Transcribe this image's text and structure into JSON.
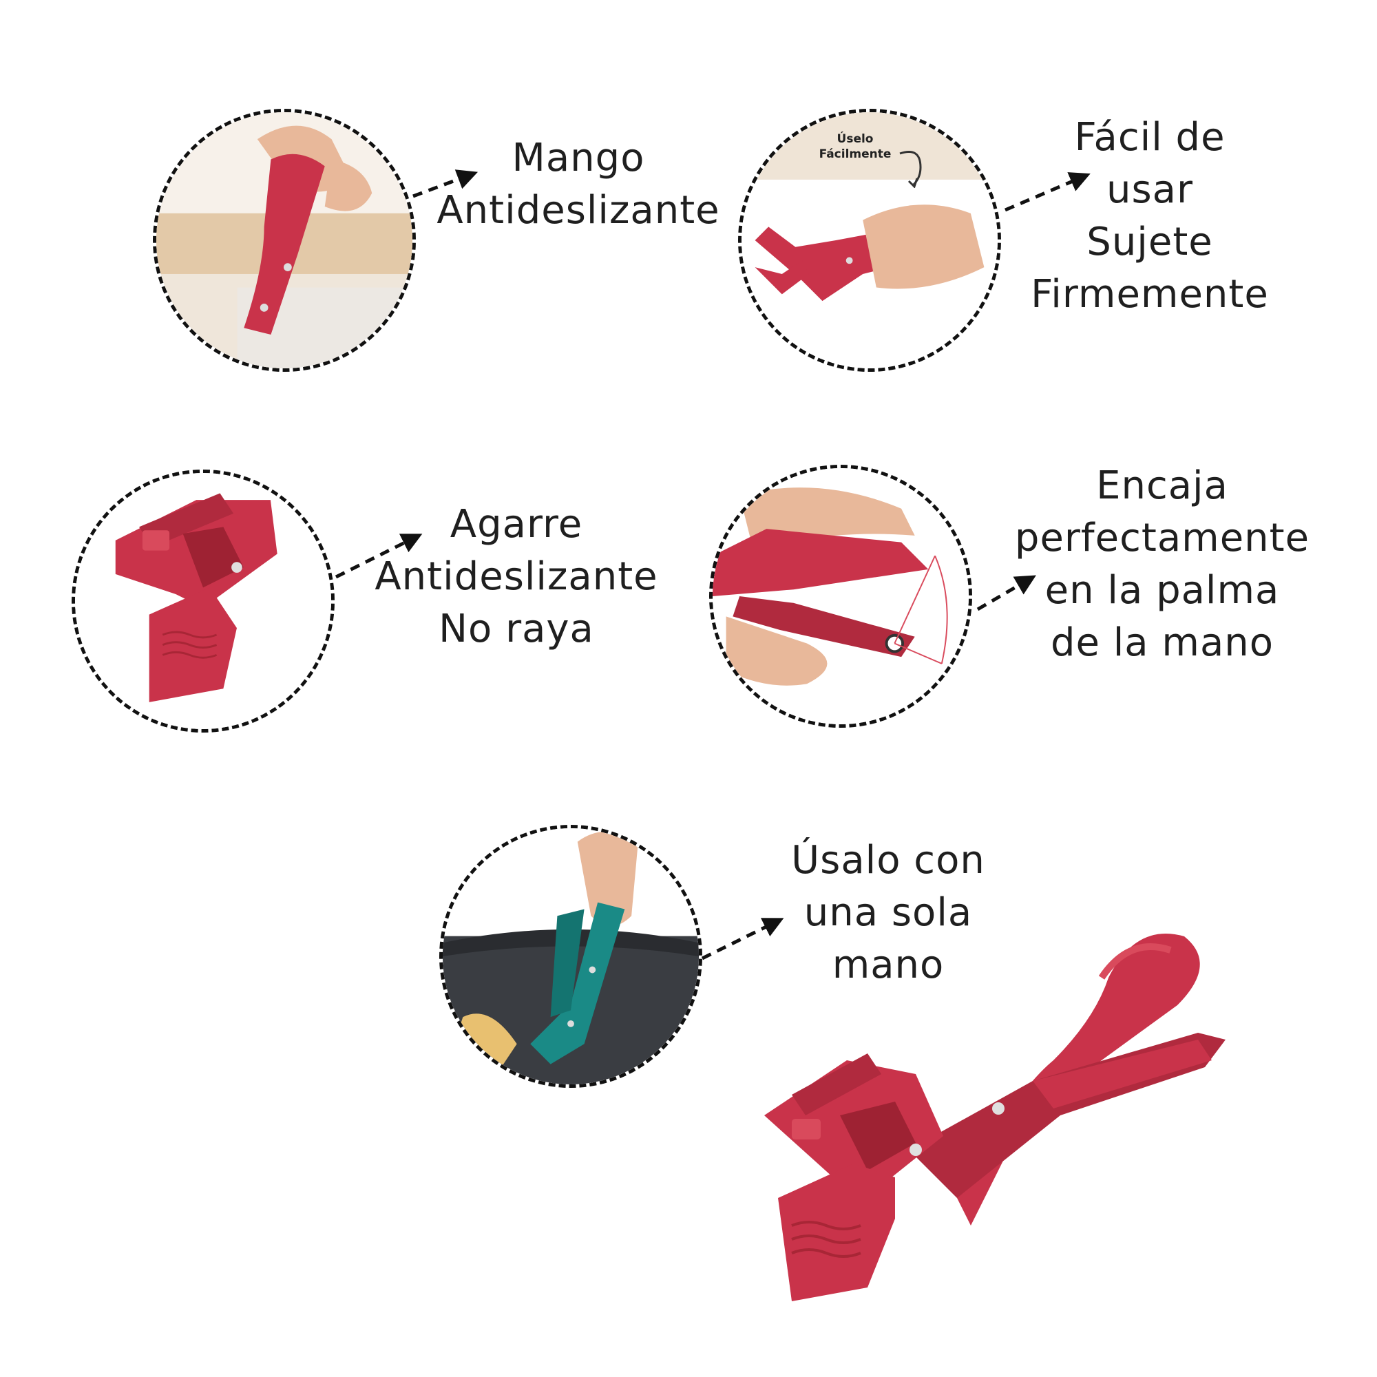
{
  "colors": {
    "product_red": "#c9334a",
    "product_dark_red": "#9e2233",
    "teal": "#1a8a86",
    "skin": "#e8b89a",
    "dash": "#111111",
    "text": "#1f1f1f"
  },
  "features": [
    {
      "icon": "red-handle-photo",
      "lines": [
        "Mango",
        "Antideslizante"
      ]
    },
    {
      "icon": "hand-gripping-clip-photo",
      "photo_label": [
        "Úselo",
        "Fácilmente"
      ],
      "lines": [
        "Fácil de",
        "usar",
        "Sujete",
        "Firmemente"
      ]
    },
    {
      "icon": "clip-closeup-photo",
      "lines": [
        "Agarre",
        "Antideslizante",
        "No raya"
      ]
    },
    {
      "icon": "palm-fit-photo",
      "lines": [
        "Encaja",
        "perfectamente",
        "en la palma",
        "de la mano"
      ]
    },
    {
      "icon": "teal-clip-on-pan-photo",
      "lines": [
        "Úsalo con",
        "una sola",
        "mano"
      ]
    }
  ]
}
